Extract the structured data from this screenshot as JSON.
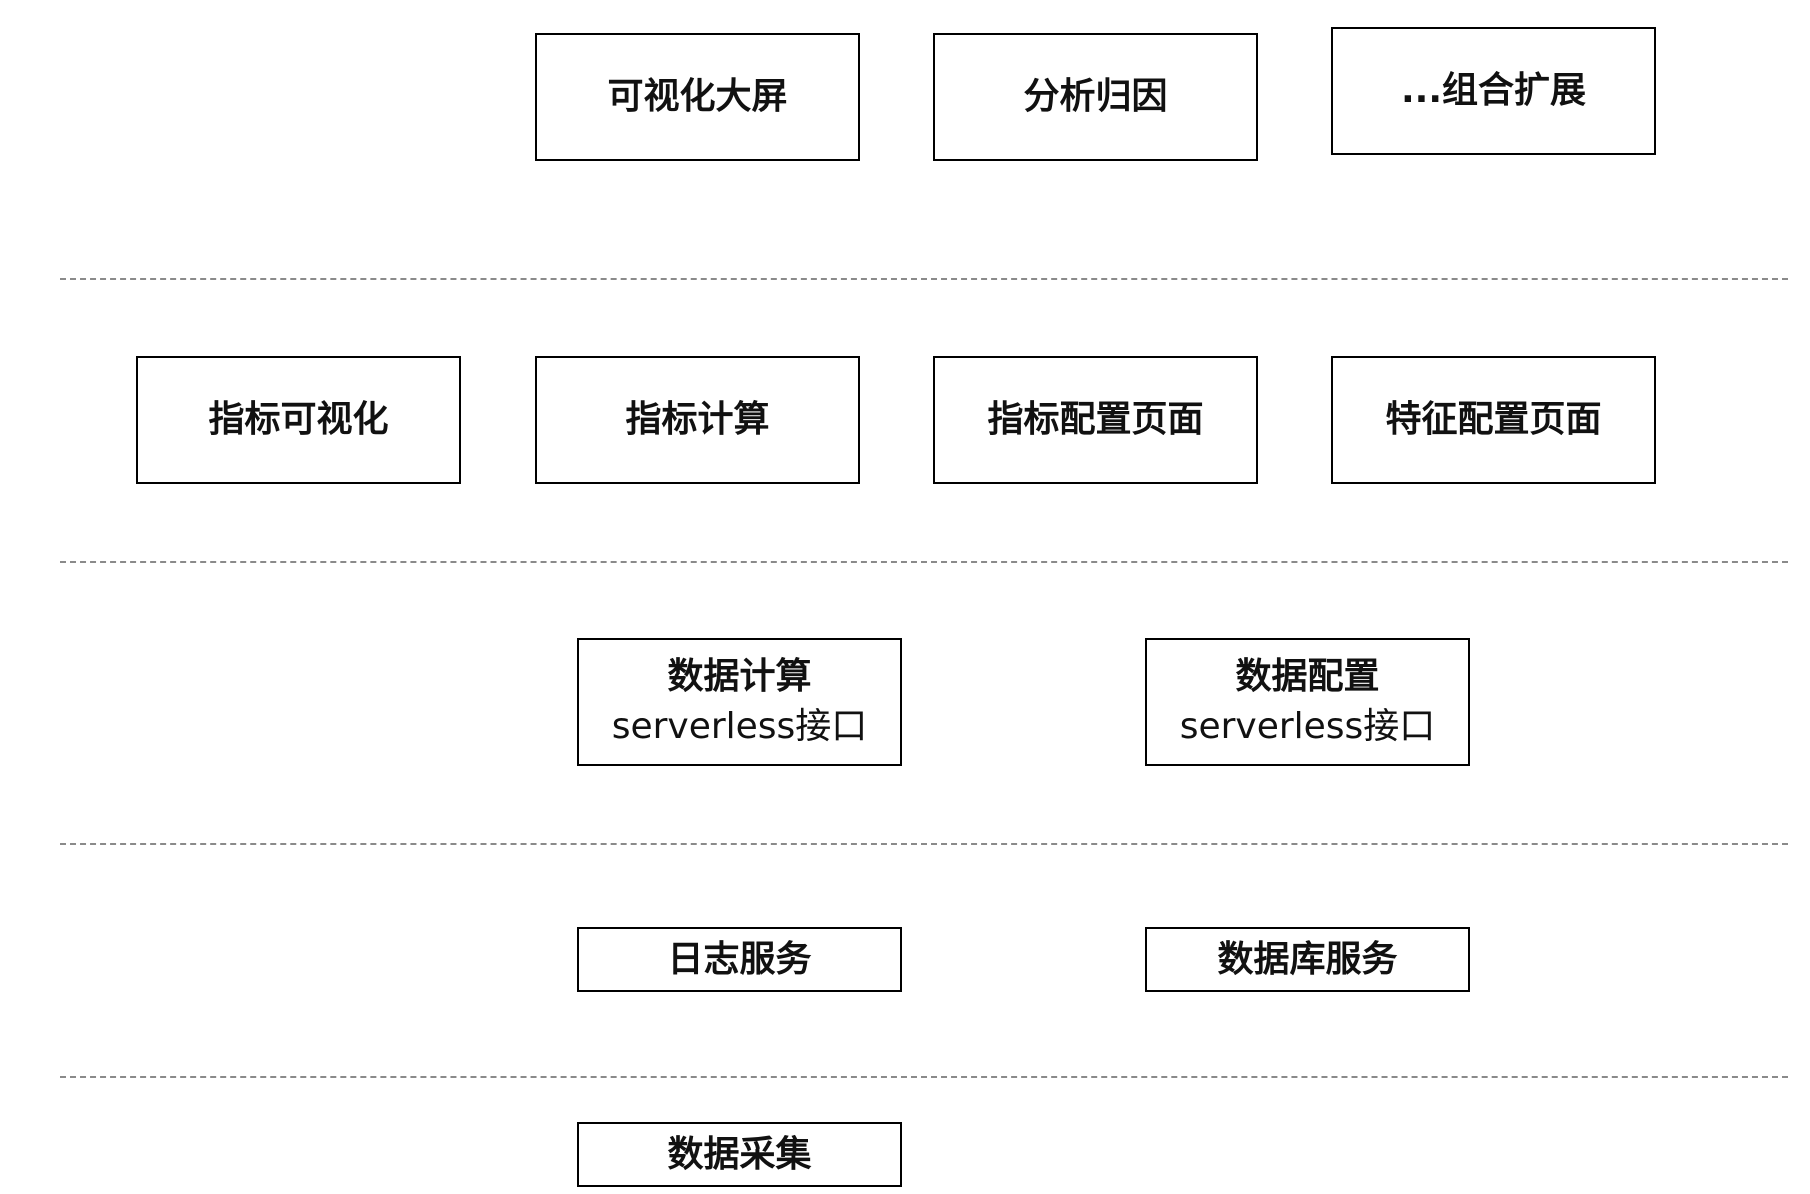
{
  "layers": {
    "presentation": {
      "big_screen": "可视化大屏",
      "analysis": "分析归因",
      "combo": "...组合扩展"
    },
    "pages": {
      "metric_visualization": "指标可视化",
      "metric_calculation": "指标计算",
      "metric_config_page": "指标配置页面",
      "feature_config_page": "特征配置页面"
    },
    "interfaces": {
      "data_calc": {
        "line1": "数据计算",
        "line2": "serverless接口"
      },
      "data_config": {
        "line1": "数据配置",
        "line2": "serverless接口"
      }
    },
    "services": {
      "log_service": "日志服务",
      "db_service": "数据库服务"
    },
    "collection": {
      "data_collection": "数据采集"
    }
  },
  "colors": {
    "box_border": "#000000",
    "divider": "#8a8a8a",
    "text": "#111111",
    "background": "#ffffff"
  }
}
